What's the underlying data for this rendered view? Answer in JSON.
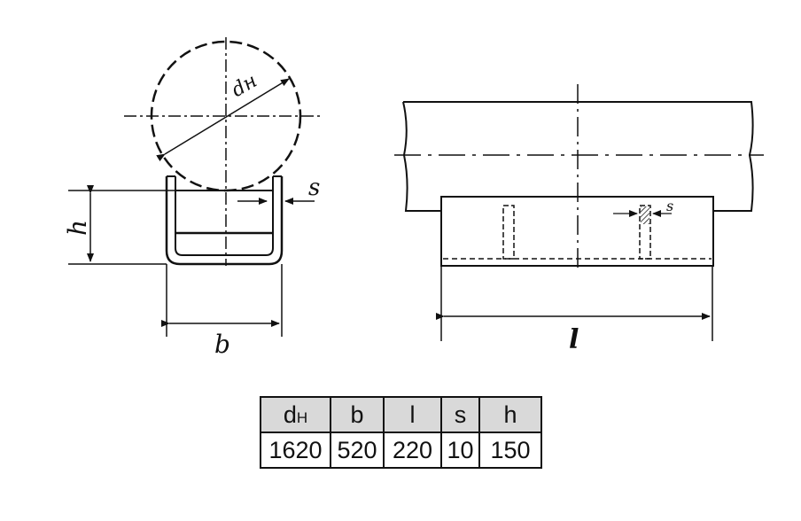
{
  "drawing": {
    "labels": {
      "diameter": "dн",
      "width": "b",
      "height": "h",
      "thickness": "s",
      "length": "l"
    }
  },
  "table": {
    "headers": [
      {
        "main": "d",
        "sub": "H"
      },
      {
        "main": "b"
      },
      {
        "main": "l"
      },
      {
        "main": "s"
      },
      {
        "main": "h"
      }
    ],
    "values": [
      "1620",
      "520",
      "220",
      "10",
      "150"
    ]
  }
}
